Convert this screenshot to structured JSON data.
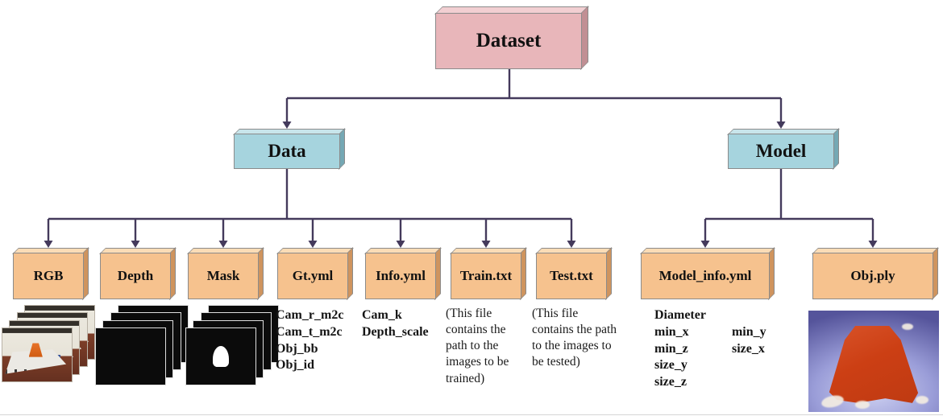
{
  "palette": {
    "root_fill": "#e8b6ba",
    "root_top": "#f2cfd2",
    "root_side": "#c18f94",
    "branch_fill": "#a6d4de",
    "branch_top": "#c8e5eb",
    "branch_side": "#74a8b4",
    "leaf_fill": "#f6c28e",
    "leaf_top": "#fbdcb6",
    "leaf_side": "#cf945e",
    "connector": "#443a5c",
    "box_border": "#8b8b8b",
    "text": "#111111"
  },
  "nodes": {
    "root": {
      "label": "Dataset"
    },
    "data": {
      "label": "Data"
    },
    "model": {
      "label": "Model"
    },
    "rgb": {
      "label": "RGB"
    },
    "depth": {
      "label": "Depth"
    },
    "mask": {
      "label": "Mask"
    },
    "gt": {
      "label": "Gt.yml",
      "details": [
        "Cam_r_m2c",
        "Cam_t_m2c",
        "Obj_bb",
        "Obj_id"
      ]
    },
    "info": {
      "label": "Info.yml",
      "details": [
        "Cam_k",
        "Depth_scale"
      ]
    },
    "train": {
      "label": "Train.txt",
      "note": "(This file contains the path to the images to be trained)"
    },
    "test": {
      "label": "Test.txt",
      "note": "(This file contains the path to the images to be tested)"
    },
    "model_info": {
      "label": "Model_info.yml",
      "details_col1": [
        "Diameter",
        "min_x",
        "min_z",
        "size_y",
        "size_z"
      ],
      "details_col2": [
        "min_y",
        "size_x"
      ]
    },
    "obj": {
      "label": "Obj.ply"
    }
  }
}
